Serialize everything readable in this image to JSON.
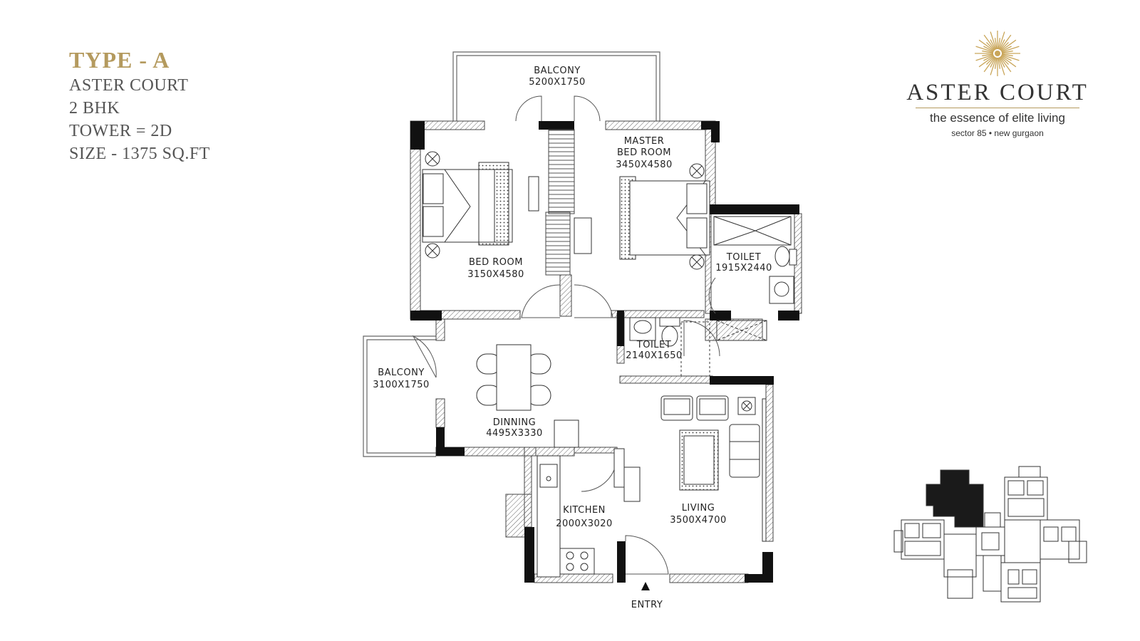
{
  "info": {
    "type_title": "TYPE - A",
    "project": "ASTER COURT",
    "config": "2 BHK",
    "tower": "TOWER = 2D",
    "size": "SIZE - 1375 SQ.FT"
  },
  "brand": {
    "name": "ASTER COURT",
    "tagline": "the essence of elite living",
    "location": "sector 85 • new gurgaon",
    "accent_color": "#b49a5e",
    "logo_icon": "starburst-icon"
  },
  "rooms": {
    "balcony_top": {
      "name": "BALCONY",
      "size": "5200X1750"
    },
    "bed_room": {
      "name": "BED ROOM",
      "size": "3150X4580"
    },
    "master_bed": {
      "name_line1": "MASTER",
      "name_line2": "BED ROOM",
      "size": "3450X4580"
    },
    "toilet_master": {
      "name": "TOILET",
      "size": "1915X2440"
    },
    "toilet_common": {
      "name": "TOILET",
      "size": "2140X1650"
    },
    "balcony_left": {
      "name": "BALCONY",
      "size": "3100X1750"
    },
    "dinning": {
      "name": "DINNING",
      "size": "4495X3330"
    },
    "kitchen": {
      "name": "KITCHEN",
      "size": "2000X3020"
    },
    "living": {
      "name": "LIVING",
      "size": "3500X4700"
    }
  },
  "entry_label": "ENTRY",
  "key_plan_icon": "tower-key-plan-icon"
}
